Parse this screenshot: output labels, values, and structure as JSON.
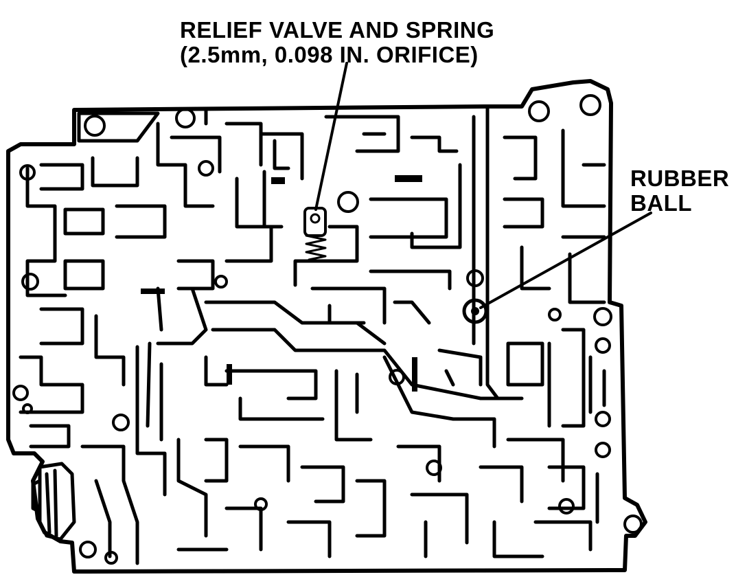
{
  "diagram": {
    "callouts": {
      "relief_valve": {
        "line1": "RELIEF VALVE AND SPRING",
        "line2": "(2.5mm, 0.098 IN. ORIFICE)"
      },
      "rubber_ball": {
        "line1": "RUBBER",
        "line2": "BALL"
      }
    },
    "colors": {
      "ink": "#000000",
      "background": "#ffffff"
    }
  }
}
